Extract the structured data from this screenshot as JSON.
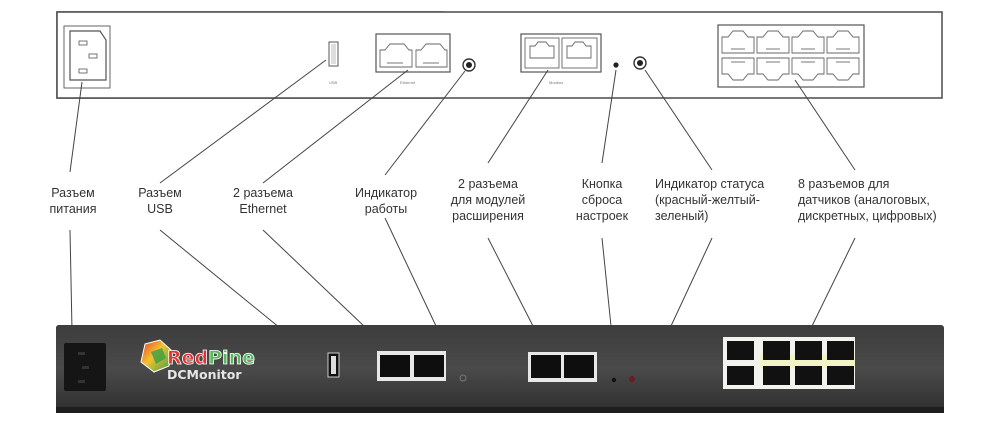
{
  "callouts": [
    {
      "id": "power",
      "text": "Разъем\nпитания"
    },
    {
      "id": "usb",
      "text": "Разъем\nUSB"
    },
    {
      "id": "ethernet",
      "text": "2 разъема\nEthernet"
    },
    {
      "id": "work-indicator",
      "text": "Индикатор\nработы"
    },
    {
      "id": "expansion",
      "text": "2 разъема\nдля модулей\nрасширения"
    },
    {
      "id": "reset",
      "text": "Кнопка\nсброса\nнастроек"
    },
    {
      "id": "status-indicator",
      "text": "Индикатор статуса\n(красный-желтый-\nзеленый)"
    },
    {
      "id": "sensors",
      "text": "8 разъемов для\nдатчиков (аналоговых,\nдискретных, цифровых)"
    }
  ],
  "rear_panel": {
    "port_labels": {
      "usb": "USB",
      "ethernet": "Ethernet",
      "modbus": "Modbus"
    }
  },
  "device": {
    "brand_part1": "Red",
    "brand_part2": "Pine",
    "product": "DCMonitor"
  }
}
